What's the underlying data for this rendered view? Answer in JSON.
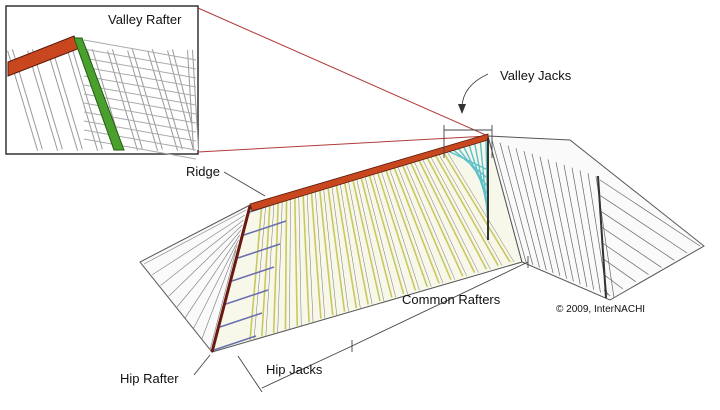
{
  "labels": {
    "valley_rafter": "Valley Rafter",
    "valley_jacks": "Valley Jacks",
    "ridge": "Ridge",
    "common_rafters": "Common Rafters",
    "hip_rafter": "Hip Rafter",
    "hip_jacks": "Hip Jacks",
    "copyright": "© 2009, InterNACHI"
  },
  "colors": {
    "ridge": "#c8471f",
    "valley_rafter": "#4aa02c",
    "common_rafters": "#c9c860",
    "hip_jacks": "#6a6fb0",
    "valley_jacks": "#5cc0c8",
    "hip_rafter": "#6b1a12",
    "callout_line": "#b23a3a",
    "framing": "#444444"
  },
  "icons": {
    "copyright": "copyright-icon"
  }
}
